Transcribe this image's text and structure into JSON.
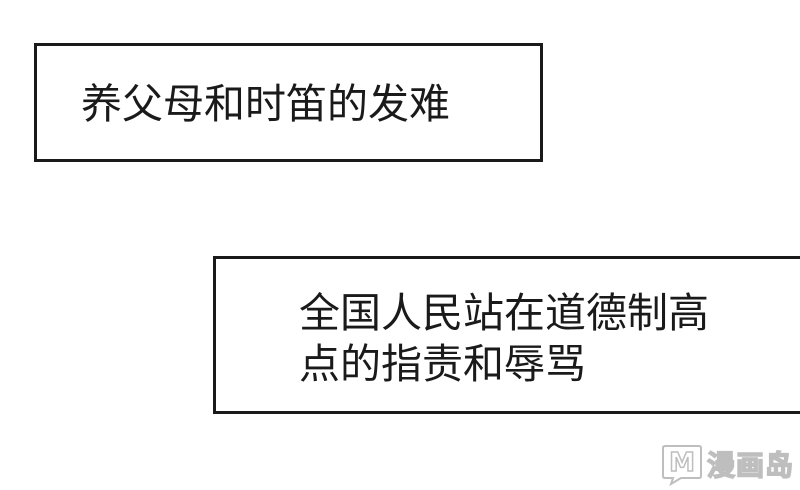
{
  "captions": [
    {
      "lines": [
        "养父母和时笛的发难"
      ]
    },
    {
      "lines": [
        "全国人民站在道德制高",
        "点的指责和辱骂"
      ]
    }
  ],
  "watermark": {
    "logo_letter": "M",
    "text": "漫画岛",
    "icon": "m-logo-icon",
    "color": "#8a8a8a"
  }
}
